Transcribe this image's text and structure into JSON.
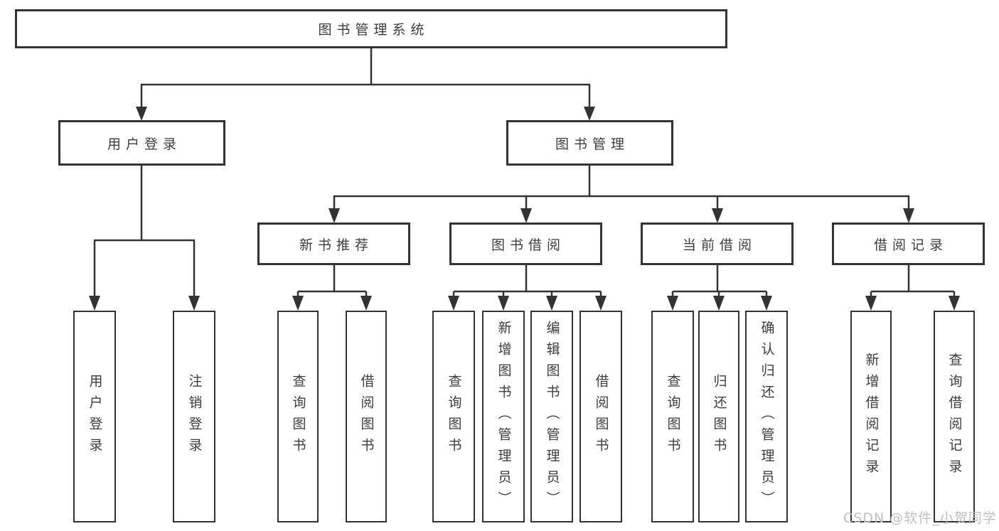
{
  "diagram": {
    "root": "图书管理系统",
    "branches": [
      {
        "label": "用户登录",
        "leaves": [
          "用户登录",
          "注销登录"
        ]
      },
      {
        "label": "图书管理",
        "groups": [
          {
            "label": "新书推荐",
            "leaves": [
              "查询图书",
              "借阅图书"
            ]
          },
          {
            "label": "图书借阅",
            "leaves": [
              "查询图书",
              "新增图书（管理员）",
              "编辑图书（管理员）",
              "借阅图书"
            ]
          },
          {
            "label": "当前借阅",
            "leaves": [
              "查询图书",
              "归还图书",
              "确认归还（管理员）"
            ]
          },
          {
            "label": "借阅记录",
            "leaves": [
              "新增借阅记录",
              "查询借阅记录"
            ]
          }
        ]
      }
    ]
  },
  "watermark": "CSDN @软件_小贺同学",
  "colors": {
    "line": "#333333",
    "node_border": "#333333",
    "text": "#3d3d3d",
    "watermark": "#c0c0c0",
    "background": "#ffffff"
  }
}
